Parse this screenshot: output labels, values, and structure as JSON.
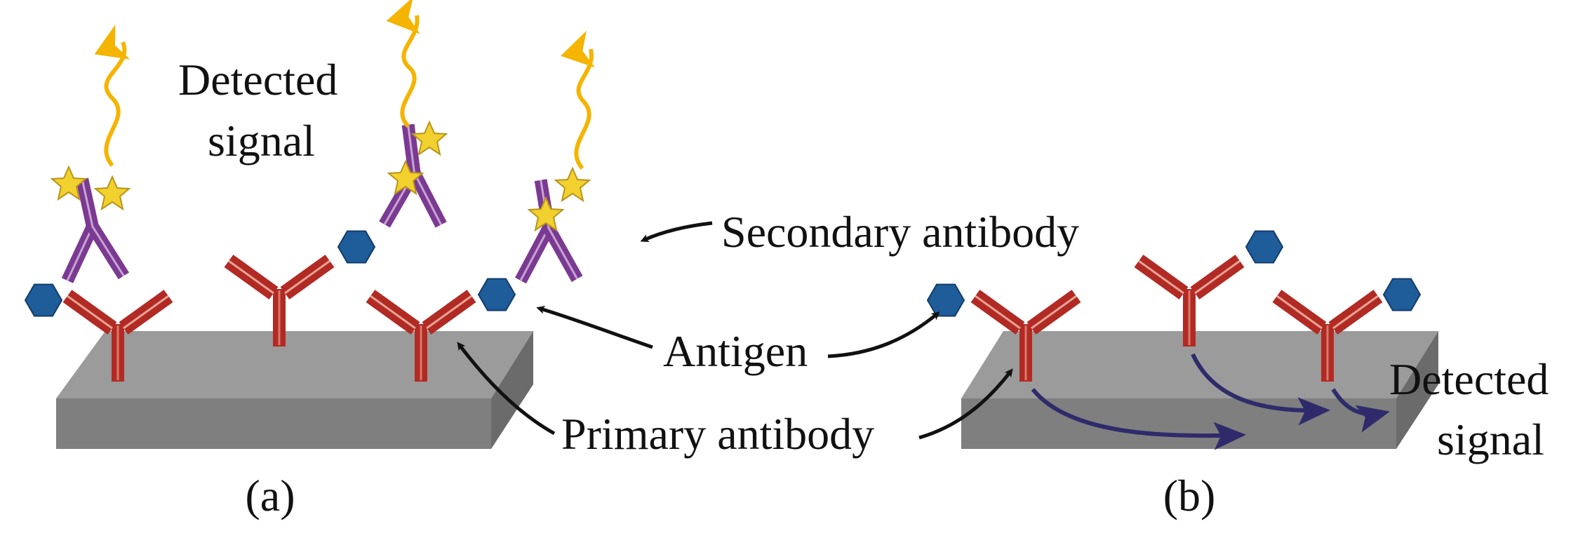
{
  "labels": {
    "detected_signal_a_line1": "Detected",
    "detected_signal_a_line2": "signal",
    "secondary_antibody": "Secondary antibody",
    "antigen": "Antigen",
    "primary_antibody": "Primary antibody",
    "detected_signal_b_line1": "Detected",
    "detected_signal_b_line2": "signal",
    "panel_a": "(a)",
    "panel_b": "(b)"
  },
  "colors": {
    "primary_antibody": "#b22a24",
    "secondary_antibody": "#7b3a92",
    "antigen": "#1f5c9a",
    "star": "#f2d12e",
    "signal_arrow": "#f4b400",
    "surface_signal_arrow": "#2f2b6b",
    "slab_top": "#9b9b9b",
    "slab_front": "#7f7f7f",
    "slab_side": "#6e6e6e"
  },
  "icons": {
    "primary_antibody": "y-shaped-antibody-icon",
    "secondary_antibody": "y-shaped-labeled-antibody-icon",
    "antigen": "hexagon-icon",
    "label": "star-icon",
    "signal": "wavy-arrow-icon"
  }
}
